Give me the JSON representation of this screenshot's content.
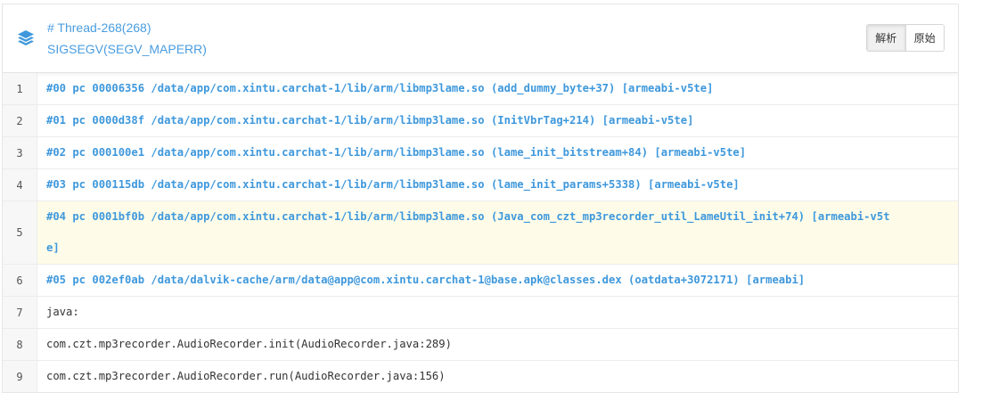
{
  "header": {
    "thread": "# Thread-268(268)",
    "signal": "SIGSEGV(SEGV_MAPERR)",
    "btn_parse": "解析",
    "btn_raw": "原始",
    "accent": "#3e98dc"
  },
  "lines": [
    {
      "num": "1",
      "text": "#00 pc 00006356 /data/app/com.xintu.carchat-1/lib/arm/libmp3lame.so (add_dummy_byte+37) [armeabi-v5te]"
    },
    {
      "num": "2",
      "text": "#01 pc 0000d38f /data/app/com.xintu.carchat-1/lib/arm/libmp3lame.so (InitVbrTag+214) [armeabi-v5te]"
    },
    {
      "num": "3",
      "text": "#02 pc 000100e1 /data/app/com.xintu.carchat-1/lib/arm/libmp3lame.so (lame_init_bitstream+84) [armeabi-v5te]"
    },
    {
      "num": "4",
      "text": "#03 pc 000115db /data/app/com.xintu.carchat-1/lib/arm/libmp3lame.so (lame_init_params+5338) [armeabi-v5te]"
    },
    {
      "num": "5",
      "text_a": "#04 pc 0001bf0b /data/app/com.xintu.carchat-1/lib/arm/libmp3lame.so (Java_com_czt_mp3recorder_util_LameUtil_init+74) [armeabi-v5t",
      "text_b": "e]"
    },
    {
      "num": "6",
      "text": "#05 pc 002ef0ab /data/dalvik-cache/arm/data@app@com.xintu.carchat-1@base.apk@classes.dex (oatdata+3072171) [armeabi]"
    },
    {
      "num": "7",
      "text": "java:"
    },
    {
      "num": "8",
      "text": "com.czt.mp3recorder.AudioRecorder.init(AudioRecorder.java:289)"
    },
    {
      "num": "9",
      "text": "com.czt.mp3recorder.AudioRecorder.run(AudioRecorder.java:156)"
    }
  ]
}
